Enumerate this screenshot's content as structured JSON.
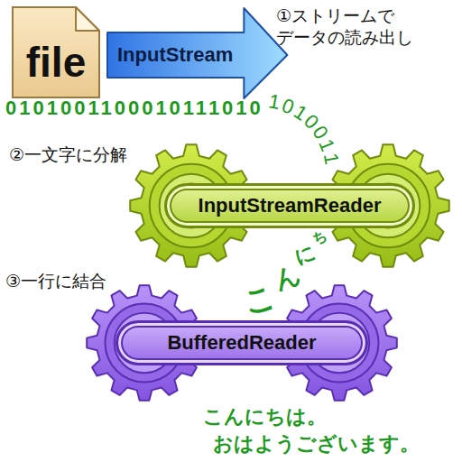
{
  "diagram": {
    "nodes": [
      {
        "text": [
          "file"
        ]
      },
      {
        "text": [
          "InputStream"
        ]
      },
      {
        "text": [
          "InputStreamReader"
        ]
      },
      {
        "text": [
          "BufferedReader"
        ]
      }
    ],
    "labels": [
      "①ストリームで データの読み出し",
      "0101001100010111010",
      "1010011",
      "②一文字に分解",
      "こ",
      "ん",
      "に",
      "ち",
      "③一行に結合",
      "こんにちは。",
      "おはようございます。"
    ]
  }
}
